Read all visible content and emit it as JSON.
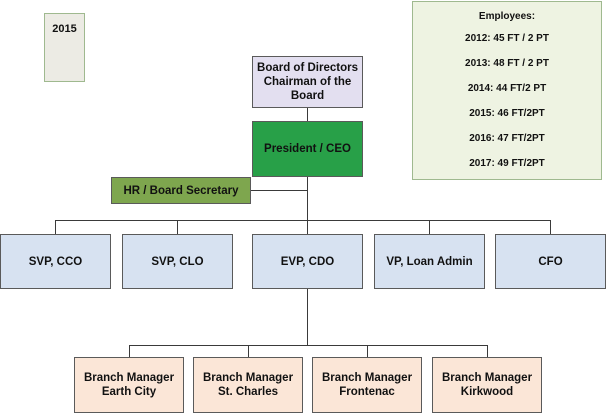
{
  "year_label": "2015",
  "employees": {
    "title": "Employees:",
    "rows": [
      "2012: 45 FT / 2 PT",
      "2013: 48 FT / 2 PT",
      "2014: 44 FT/2 PT",
      "2015: 46 FT/2PT",
      "2016: 47 FT/2PT",
      "2017: 49 FT/2PT"
    ]
  },
  "org": {
    "board": "Board of Directors\nChairman of the\nBoard",
    "ceo": "President / CEO",
    "hr": "HR / Board Secretary",
    "departments": [
      "SVP, CCO",
      "SVP, CLO",
      "EVP, CDO",
      "VP, Loan Admin",
      "CFO"
    ],
    "branches": [
      "Branch Manager\nEarth City",
      "Branch Manager\nSt. Charles",
      "Branch Manager\nFrontenac",
      "Branch Manager\nKirkwood"
    ]
  },
  "colors": {
    "board": "#e3dff0",
    "ceo": "#28a048",
    "hr": "#7ea64e",
    "departments": "#d7e2f1",
    "branches": "#fbe6d7",
    "employees_panel": "#eef3e2",
    "year_panel": "#ecebe4"
  }
}
